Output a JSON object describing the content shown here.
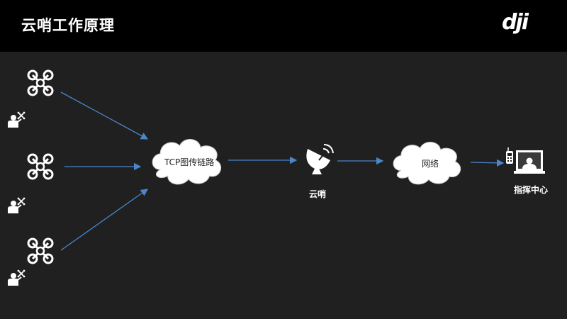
{
  "header": {
    "title": "云哨工作原理",
    "logo_text": "dji"
  },
  "diagram": {
    "tcp_cloud_label": "TCP图传链路",
    "yunshao_label": "云哨",
    "network_cloud_label": "网络",
    "command_center_label": "指挥中心"
  },
  "icons": [
    "drone-icon",
    "pilot-icon",
    "satellite-dish-icon",
    "walkie-talkie-icon",
    "monitor-operator-icon"
  ],
  "colors": {
    "background": "#202020",
    "header": "#000000",
    "arrow": "#4a86c8",
    "text": "#ffffff"
  }
}
